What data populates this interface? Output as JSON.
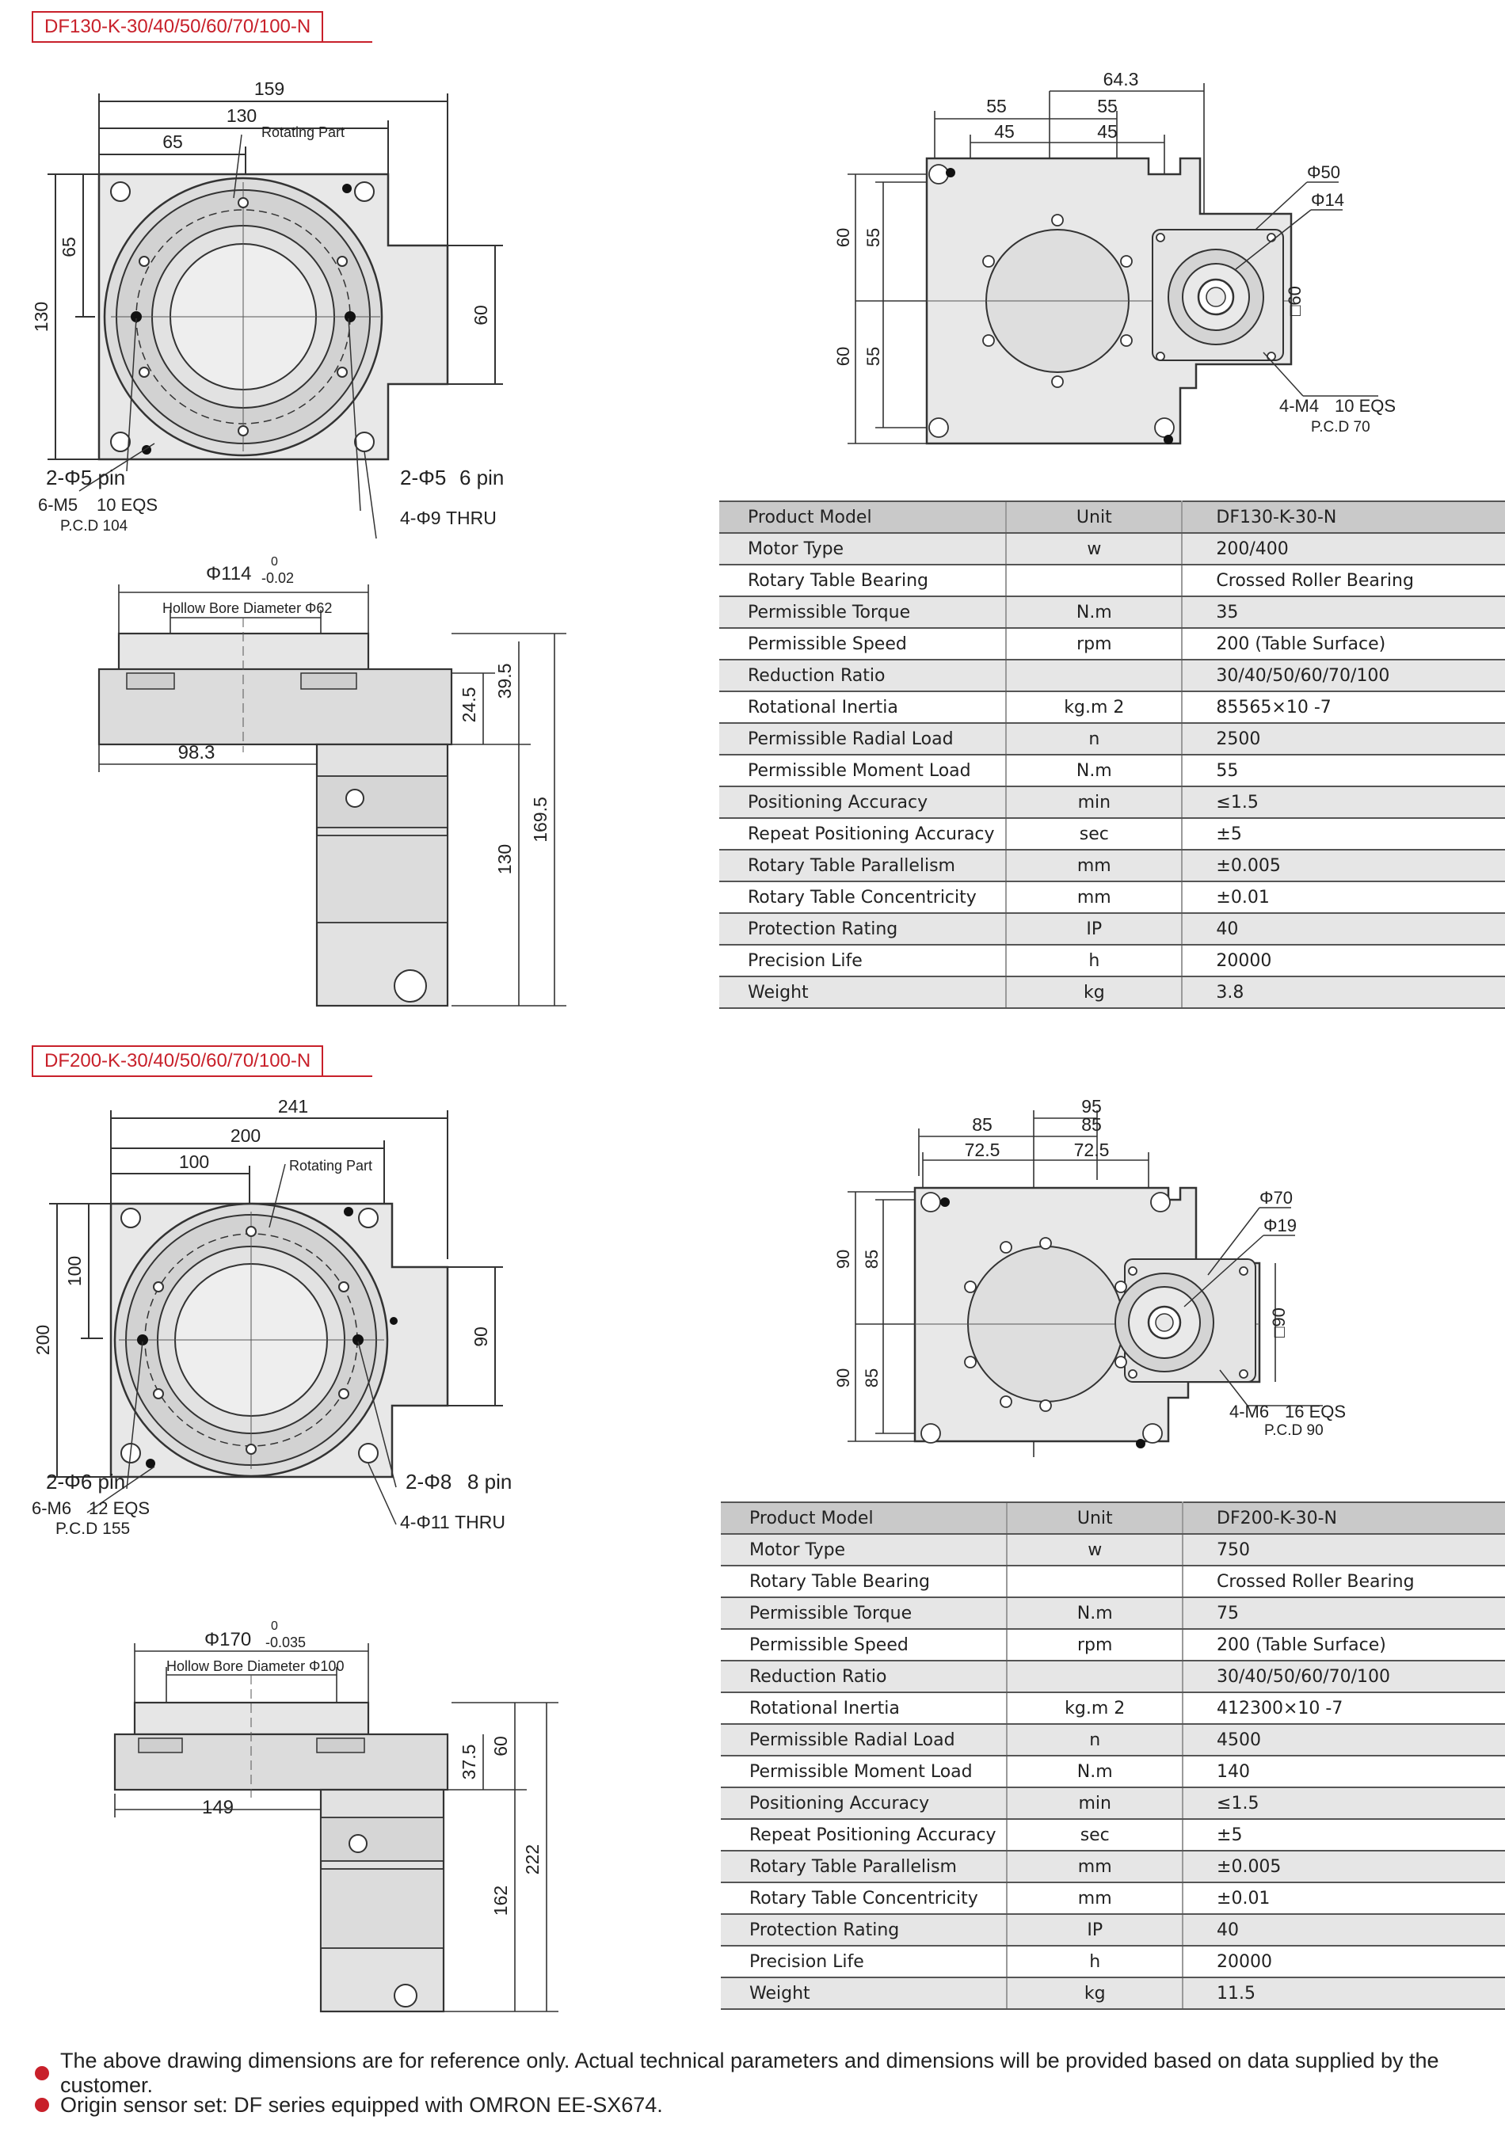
{
  "sections": [
    {
      "tag": "DF130-K-30/40/50/60/70/100-N",
      "top_view": {
        "dim_overall": "159",
        "dim_body": "130",
        "dim_half": "65",
        "dim_left_v": "65",
        "dim_height": "130",
        "dim_right_v": "60",
        "rotating_part": "Rotating Part",
        "pin_left": "2-Φ5 pin",
        "thread": "6-M5",
        "thread_depth": "10 EQS",
        "pcd": "P.C.D 104",
        "pin_right": "2-Φ5",
        "pin_right_depth": "6 pin",
        "thru": "4-Φ9 THRU"
      },
      "side_view": {
        "diameter": "Φ114",
        "tol_upper": "0",
        "tol_lower": "-0.02",
        "hollow_bore": "Hollow Bore Diameter Φ62",
        "offset": "98.3",
        "d1": "24.5",
        "d2": "39.5",
        "d3": "130",
        "d4": "169.5"
      },
      "motor_view": {
        "w_total": "64.3",
        "w_left": "55",
        "w_right": "55",
        "w_left_in": "45",
        "w_right_in": "45",
        "h_top_out": "60",
        "h_top_in": "55",
        "h_bot_out": "60",
        "h_bot_in": "55",
        "phi_large": "Φ50",
        "phi_small": "Φ14",
        "square": "□60",
        "thread": "4-M4",
        "thread_depth": "10 EQS",
        "pcd": "P.C.D 70"
      },
      "table": {
        "header": [
          "Product Model",
          "Unit",
          "DF130-K-30-N"
        ],
        "rows": [
          [
            "Motor Type",
            "w",
            "200/400"
          ],
          [
            "Rotary Table Bearing",
            "",
            "Crossed Roller Bearing"
          ],
          [
            "Permissible Torque",
            "N.m",
            "35"
          ],
          [
            "Permissible Speed",
            "rpm",
            "200 (Table Surface)"
          ],
          [
            "Reduction Ratio",
            "",
            "30/40/50/60/70/100"
          ],
          [
            "Rotational Inertia",
            "kg.m 2",
            "85565×10   -7"
          ],
          [
            "Permissible Radial Load",
            "n",
            "2500"
          ],
          [
            "Permissible Moment Load",
            "N.m",
            "55"
          ],
          [
            "Positioning Accuracy",
            "min",
            "≤1.5"
          ],
          [
            "Repeat Positioning Accuracy",
            "sec",
            "±5"
          ],
          [
            "Rotary Table Parallelism",
            "mm",
            "±0.005"
          ],
          [
            "Rotary Table Concentricity",
            "mm",
            "±0.01"
          ],
          [
            "Protection Rating",
            "IP",
            "40"
          ],
          [
            "Precision Life",
            "h",
            "20000"
          ],
          [
            "Weight",
            "kg",
            "3.8"
          ]
        ]
      }
    },
    {
      "tag": "DF200-K-30/40/50/60/70/100-N",
      "top_view": {
        "dim_overall": "241",
        "dim_body": "200",
        "dim_half": "100",
        "dim_left_v": "100",
        "dim_height": "200",
        "dim_right_v": "90",
        "rotating_part": "Rotating Part",
        "pin_left": "2-Φ6 pin",
        "thread": "6-M6",
        "thread_depth": "12 EQS",
        "pcd": "P.C.D 155",
        "pin_right": "2-Φ8",
        "pin_right_depth": "8 pin",
        "thru": "4-Φ11 THRU"
      },
      "side_view": {
        "diameter": "Φ170",
        "tol_upper": "0",
        "tol_lower": "-0.035",
        "hollow_bore": "Hollow Bore Diameter Φ100",
        "offset": "149",
        "d1": "37.5",
        "d2": "60",
        "d3": "162",
        "d4": "222"
      },
      "motor_view": {
        "w_total": "95",
        "w_left": "85",
        "w_right": "85",
        "w_left_in": "72.5",
        "w_right_in": "72.5",
        "h_top_out": "90",
        "h_top_in": "85",
        "h_bot_out": "90",
        "h_bot_in": "85",
        "phi_large": "Φ70",
        "phi_small": "Φ19",
        "square": "□90",
        "thread": "4-M6",
        "thread_depth": "16 EQS",
        "pcd": "P.C.D 90"
      },
      "table": {
        "header": [
          "Product Model",
          "Unit",
          "DF200-K-30-N"
        ],
        "rows": [
          [
            "Motor Type",
            "w",
            "750"
          ],
          [
            "Rotary Table Bearing",
            "",
            "Crossed Roller Bearing"
          ],
          [
            "Permissible Torque",
            "N.m",
            "75"
          ],
          [
            "Permissible Speed",
            "rpm",
            "200 (Table Surface)"
          ],
          [
            "Reduction Ratio",
            "",
            "30/40/50/60/70/100"
          ],
          [
            "Rotational Inertia",
            "kg.m 2",
            "412300×10    -7"
          ],
          [
            "Permissible Radial Load",
            "n",
            "4500"
          ],
          [
            "Permissible Moment Load",
            "N.m",
            "140"
          ],
          [
            "Positioning Accuracy",
            "min",
            "≤1.5"
          ],
          [
            "Repeat Positioning Accuracy",
            "sec",
            "±5"
          ],
          [
            "Rotary Table Parallelism",
            "mm",
            "±0.005"
          ],
          [
            "Rotary Table Concentricity",
            "mm",
            "±0.01"
          ],
          [
            "Protection Rating",
            "IP",
            "40"
          ],
          [
            "Precision Life",
            "h",
            "20000"
          ],
          [
            "Weight",
            "kg",
            "11.5"
          ]
        ]
      }
    }
  ],
  "notes": [
    "The above drawing dimensions are for reference only. Actual technical parameters and dimensions will be provided based on data supplied by the customer.",
    "Origin sensor set: DF series equipped with OMRON EE-SX674."
  ],
  "colors": {
    "accent": "#c8202a",
    "part_fill": "#e8e8e8",
    "row_alt": "#e6e6e6",
    "header": "#c9c9c9"
  }
}
